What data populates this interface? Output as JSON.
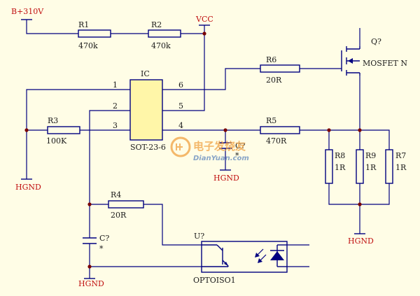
{
  "colors": {
    "background": "#fffde6",
    "wire": "#000080",
    "body": "#000080",
    "ic_fill": "#fff6a8",
    "net_label": "#c01010",
    "junction": "#7a0000",
    "text": "#1a1a1a"
  },
  "nets": {
    "b310v": "B+310V",
    "vcc": "VCC",
    "hgnd": "HGND"
  },
  "resistors": {
    "r1": {
      "ref": "R1",
      "value": "470k"
    },
    "r2": {
      "ref": "R2",
      "value": "470k"
    },
    "r3": {
      "ref": "R3",
      "value": "100K"
    },
    "r4": {
      "ref": "R4",
      "value": "20R"
    },
    "r5": {
      "ref": "R5",
      "value": "470R"
    },
    "r6": {
      "ref": "R6",
      "value": "20R"
    },
    "r7": {
      "ref": "R7",
      "value": "1R"
    },
    "r8": {
      "ref": "R8",
      "value": "1R"
    },
    "r9": {
      "ref": "R9",
      "value": "1R"
    }
  },
  "capacitors": {
    "c1": {
      "ref": "C?",
      "value": "*"
    },
    "c2": {
      "ref": "C?",
      "value": "*"
    }
  },
  "ic": {
    "ref": "IC",
    "package": "SOT-23-6",
    "pins": [
      "1",
      "2",
      "3",
      "4",
      "5",
      "6"
    ]
  },
  "mosfet": {
    "ref": "Q?",
    "type": "MOSFET N"
  },
  "opto": {
    "ref": "U?",
    "type": "OPTOISO1"
  },
  "watermark": {
    "chinese": "电子发烧友",
    "site": "DianYuan.com"
  }
}
